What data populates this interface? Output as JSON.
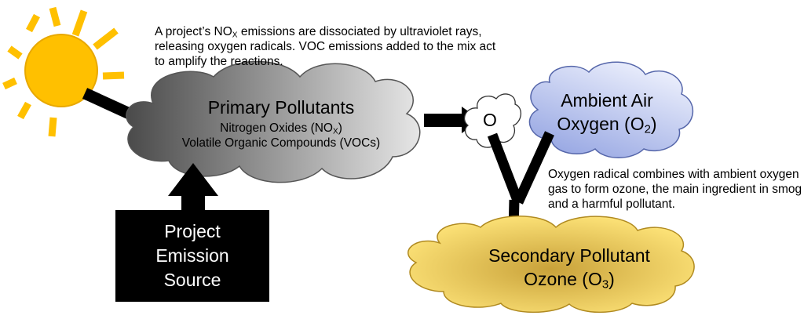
{
  "note_top": {
    "line1_pre": "A project’s NO",
    "line1_sub": "X",
    "line1_post": " emissions are dissociated by ultraviolet rays,",
    "line2": "releasing oxygen radicals.  VOC emissions added to the mix act",
    "line3": "to amplify the reactions."
  },
  "primary": {
    "title": "Primary Pollutants",
    "line1_pre": "Nitrogen Oxides (NO",
    "line1_sub": "X",
    "line1_post": ")",
    "line2": "Volatile Organic Compounds (VOCs)"
  },
  "radical": {
    "label": "O"
  },
  "ambient": {
    "title": "Ambient Air",
    "line2_pre": "Oxygen (O",
    "line2_sub": "2",
    "line2_post": ")"
  },
  "note_right": {
    "line1": "Oxygen radical combines with ambient oxygen",
    "line2": "gas to form ozone, the main ingredient in smog",
    "line3": "and a harmful pollutant."
  },
  "secondary": {
    "title": "Secondary Pollutant",
    "line2_pre": "Ozone (O",
    "line2_sub": "3",
    "line2_post": ")"
  },
  "source": {
    "line1": "Project",
    "line2": "Emission",
    "line3": "Source"
  },
  "colors": {
    "sun": "#FFC000",
    "primary_dark": "#4a4a4a",
    "primary_light": "#e6e6e6",
    "ambient_dark": "#8e9fe0",
    "ambient_light": "#e8ecfb",
    "secondary_center": "#c9a23a",
    "secondary_edge": "#ffe57a",
    "arrow": "#000000"
  }
}
